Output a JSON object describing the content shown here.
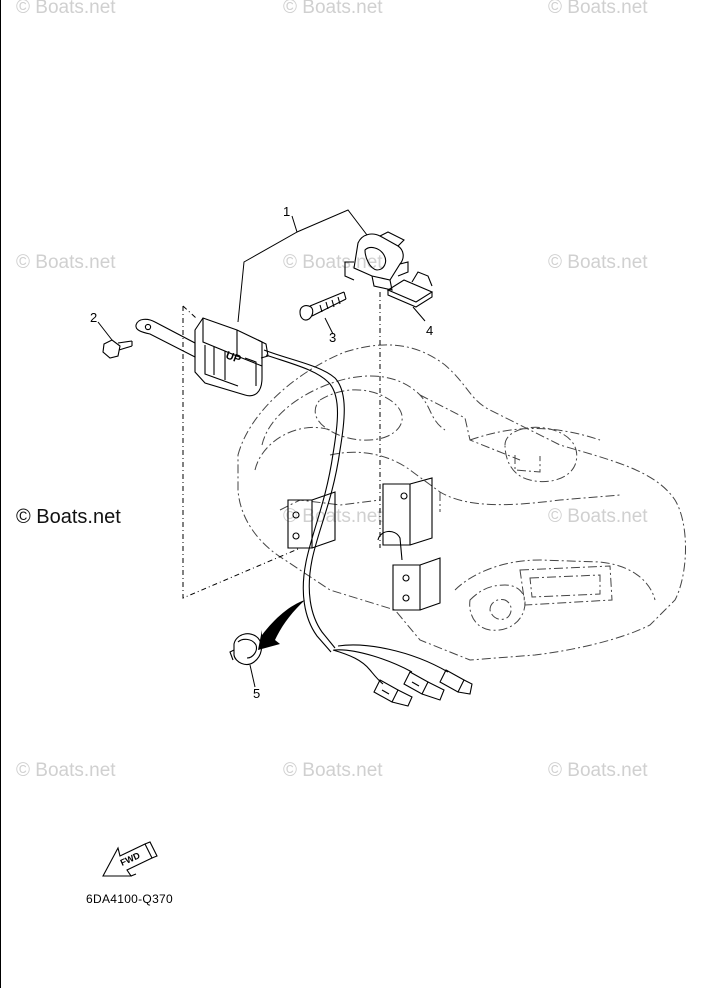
{
  "watermarks": {
    "row_label": "© Boats.net",
    "highlight": "© Boats.net"
  },
  "callouts": [
    "1",
    "2",
    "3",
    "4",
    "5"
  ],
  "part_code": "6DA4100-Q370",
  "sensor_marking": "UP",
  "direction_marking": "FWD",
  "colors": {
    "line": "#000000",
    "watermark": "#d0d0d0",
    "background": "#ffffff"
  },
  "icons": [
    "fwd-arrow-icon"
  ]
}
